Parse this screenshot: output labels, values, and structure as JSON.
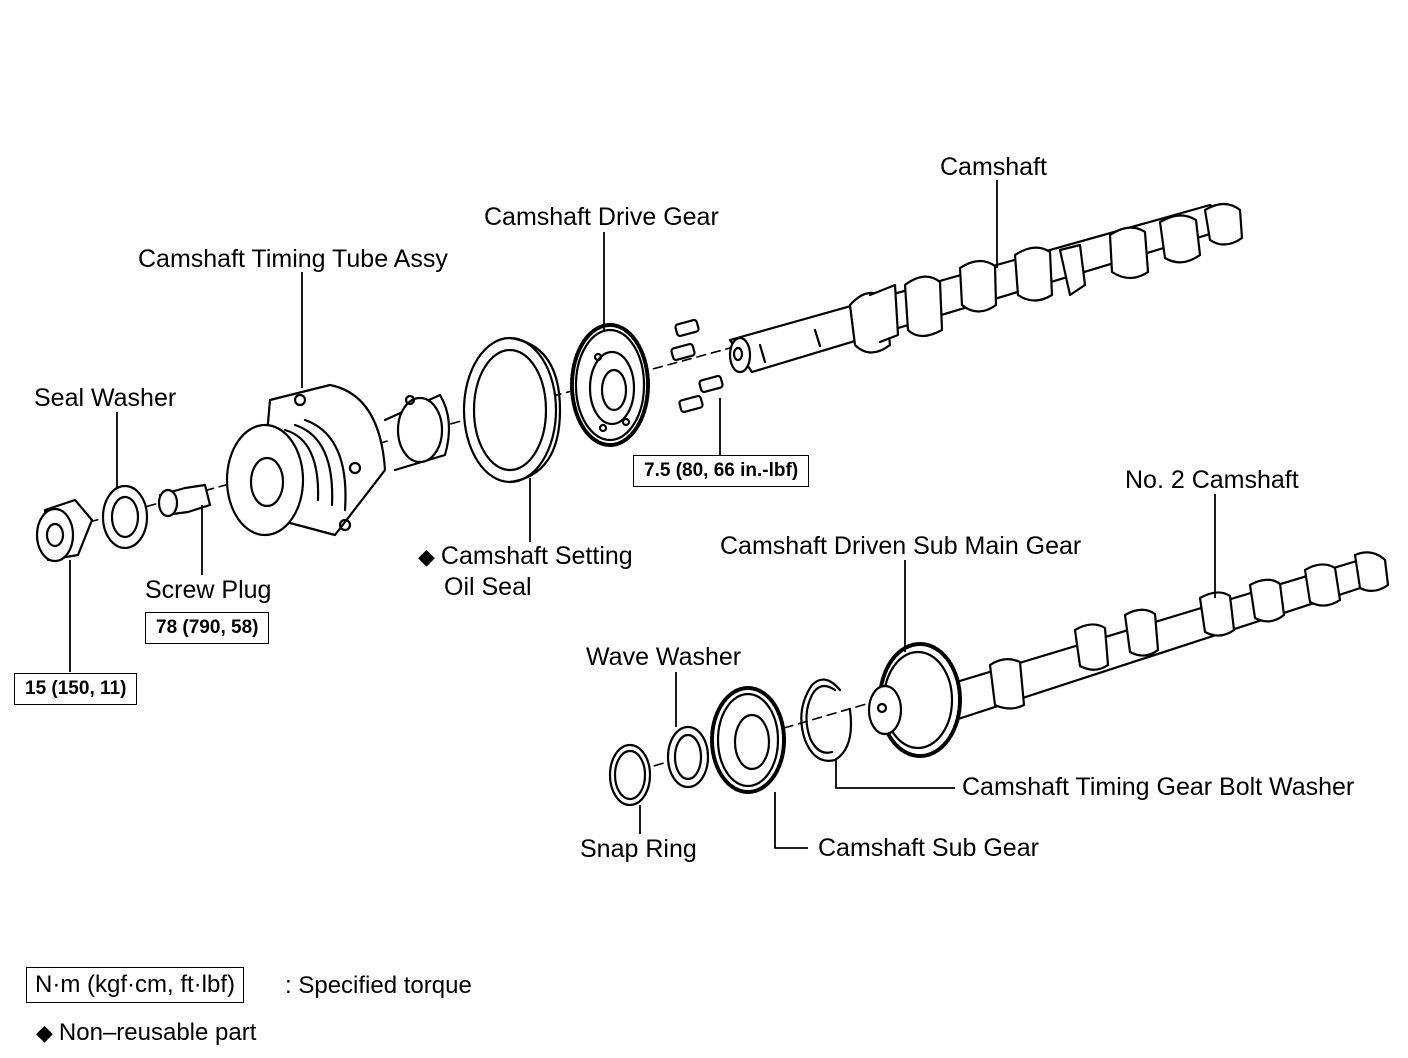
{
  "labels": {
    "camshaft": "Camshaft",
    "camshaft_drive_gear": "Camshaft Drive Gear",
    "camshaft_timing_tube_assy": "Camshaft Timing Tube Assy",
    "seal_washer": "Seal Washer",
    "screw_plug": "Screw Plug",
    "camshaft_setting_oil_seal_line1": "Camshaft Setting",
    "camshaft_setting_oil_seal_line2": "Oil Seal",
    "no2_camshaft": "No. 2 Camshaft",
    "camshaft_driven_sub_main_gear": "Camshaft Driven Sub Main Gear",
    "wave_washer": "Wave Washer",
    "camshaft_timing_gear_bolt_washer": "Camshaft Timing Gear Bolt Washer",
    "snap_ring": "Snap Ring",
    "camshaft_sub_gear": "Camshaft Sub Gear"
  },
  "torques": {
    "drive_gear_bolts": "7.5 (80, 66 in.-lbf)",
    "screw_plug": "78 (790, 58)",
    "plug": "15 (150, 11)"
  },
  "legend": {
    "torque_unit": "N·m (kgf·cm, ft·lbf)",
    "torque_desc": ": Specified torque",
    "non_reusable": "Non–reusable part",
    "diamond_symbol": "◆"
  }
}
